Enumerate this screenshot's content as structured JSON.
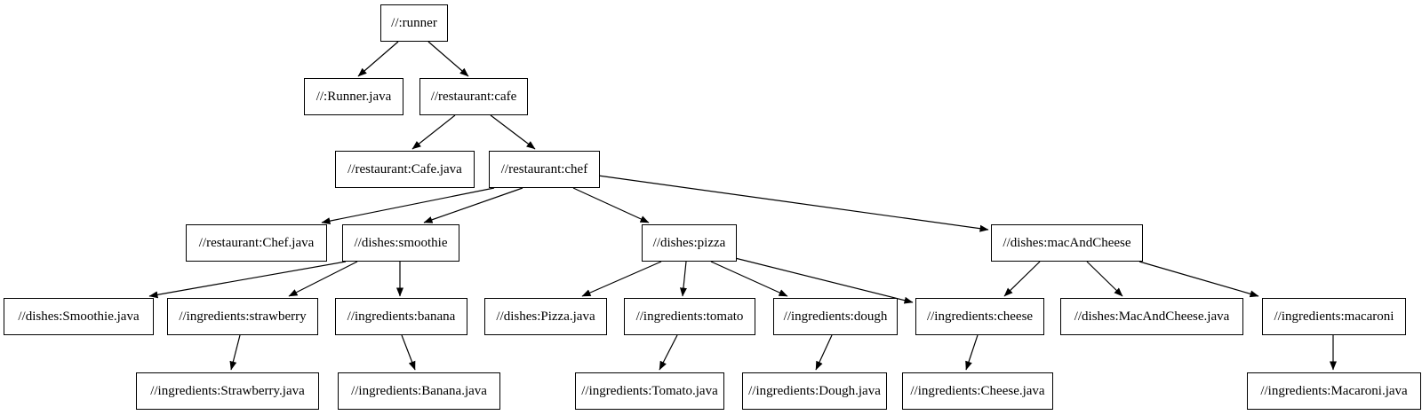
{
  "diagram": {
    "type": "dependency-graph-tree",
    "colors": {
      "background": "#ffffff",
      "node_fill": "#ffffff",
      "node_border": "#000000",
      "edge": "#000000",
      "text": "#000000"
    },
    "nodes": [
      {
        "id": "runner",
        "label": "//:runner"
      },
      {
        "id": "runner_java",
        "label": "//:Runner.java"
      },
      {
        "id": "cafe",
        "label": "//restaurant:cafe"
      },
      {
        "id": "cafe_java",
        "label": "//restaurant:Cafe.java"
      },
      {
        "id": "chef",
        "label": "//restaurant:chef"
      },
      {
        "id": "chef_java",
        "label": "//restaurant:Chef.java"
      },
      {
        "id": "smoothie",
        "label": "//dishes:smoothie"
      },
      {
        "id": "pizza",
        "label": "//dishes:pizza"
      },
      {
        "id": "macandcheese",
        "label": "//dishes:macAndCheese"
      },
      {
        "id": "smoothie_java",
        "label": "//dishes:Smoothie.java"
      },
      {
        "id": "strawberry",
        "label": "//ingredients:strawberry"
      },
      {
        "id": "banana",
        "label": "//ingredients:banana"
      },
      {
        "id": "pizza_java",
        "label": "//dishes:Pizza.java"
      },
      {
        "id": "tomato",
        "label": "//ingredients:tomato"
      },
      {
        "id": "dough",
        "label": "//ingredients:dough"
      },
      {
        "id": "cheese",
        "label": "//ingredients:cheese"
      },
      {
        "id": "macandcheese_java",
        "label": "//dishes:MacAndCheese.java"
      },
      {
        "id": "macaroni",
        "label": "//ingredients:macaroni"
      },
      {
        "id": "strawberry_java",
        "label": "//ingredients:Strawberry.java"
      },
      {
        "id": "banana_java",
        "label": "//ingredients:Banana.java"
      },
      {
        "id": "tomato_java",
        "label": "//ingredients:Tomato.java"
      },
      {
        "id": "dough_java",
        "label": "//ingredients:Dough.java"
      },
      {
        "id": "cheese_java",
        "label": "//ingredients:Cheese.java"
      },
      {
        "id": "macaroni_java",
        "label": "//ingredients:Macaroni.java"
      }
    ],
    "edges": [
      {
        "from": "runner",
        "to": "runner_java"
      },
      {
        "from": "runner",
        "to": "cafe"
      },
      {
        "from": "cafe",
        "to": "cafe_java"
      },
      {
        "from": "cafe",
        "to": "chef"
      },
      {
        "from": "chef",
        "to": "chef_java"
      },
      {
        "from": "chef",
        "to": "smoothie"
      },
      {
        "from": "chef",
        "to": "pizza"
      },
      {
        "from": "chef",
        "to": "macandcheese"
      },
      {
        "from": "smoothie",
        "to": "smoothie_java"
      },
      {
        "from": "smoothie",
        "to": "strawberry"
      },
      {
        "from": "smoothie",
        "to": "banana"
      },
      {
        "from": "pizza",
        "to": "pizza_java"
      },
      {
        "from": "pizza",
        "to": "tomato"
      },
      {
        "from": "pizza",
        "to": "dough"
      },
      {
        "from": "pizza",
        "to": "cheese"
      },
      {
        "from": "macandcheese",
        "to": "cheese"
      },
      {
        "from": "macandcheese",
        "to": "macandcheese_java"
      },
      {
        "from": "macandcheese",
        "to": "macaroni"
      },
      {
        "from": "strawberry",
        "to": "strawberry_java"
      },
      {
        "from": "banana",
        "to": "banana_java"
      },
      {
        "from": "tomato",
        "to": "tomato_java"
      },
      {
        "from": "dough",
        "to": "dough_java"
      },
      {
        "from": "cheese",
        "to": "cheese_java"
      },
      {
        "from": "macaroni",
        "to": "macaroni_java"
      }
    ]
  }
}
